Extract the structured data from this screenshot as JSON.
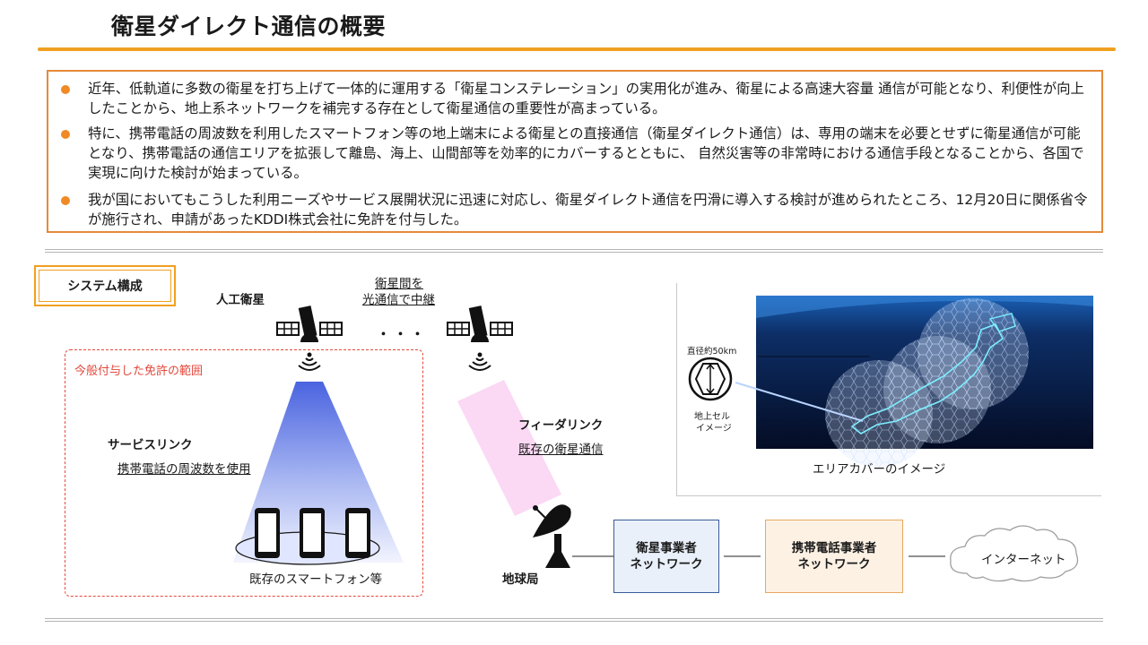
{
  "title": "衛星ダイレクト通信の概要",
  "bullets": [
    "近年、低軌道に多数の衛星を打ち上げて一体的に運用する「衛星コンステレーション」の実用化が進み、衛星による高速大容量 通信が可能となり、利便性が向上したことから、地上系ネットワークを補完する存在として衛星通信の重要性が高まっている。",
    "特に、携帯電話の周波数を利用したスマートフォン等の地上端末による衛星との直接通信（衛星ダイレクト通信）は、専用の端末を必要とせずに衛星通信が可能となり、携帯電話の通信エリアを拡張して離島、海上、山間部等を効率的にカバーするとともに、 自然災害等の非常時における通信手段となることから、各国で実現に向けた検討が始まっている。",
    "我が国においてもこうした利用ニーズやサービス展開状況に迅速に対応し、衛星ダイレクト通信を円滑に導入する検討が進められたところ、12月20日に関係省令が施行され、申請があったKDDI株式会社に免許を付与した。"
  ],
  "diagram": {
    "section_label": "システム構成",
    "satellite_label": "人工衛星",
    "inter_satellite_line1": "衛星間を",
    "inter_satellite_line2": "光通信で中継",
    "ellipsis": "・・・",
    "license_scope": "今般付与した免許の範囲",
    "service_link": "サービスリンク",
    "service_link_note": "携帯電話の周波数を使用",
    "feeder_link": "フィーダリンク",
    "feeder_link_note": "既存の衛星通信",
    "smartphones": "既存のスマートフォン等",
    "earth_station": "地球局",
    "satellite_operator_line1": "衛星事業者",
    "satellite_operator_line2": "ネットワーク",
    "mobile_operator_line1": "携帯電話事業者",
    "mobile_operator_line2": "ネットワーク",
    "internet": "インターネット",
    "cell_diameter": "直径約50km",
    "ground_cell_line1": "地上セル",
    "ground_cell_line2": "イメージ",
    "area_cover": "エリアカバーのイメージ"
  },
  "colors": {
    "accent": "#f0a020",
    "bullet": "#f08a24",
    "license_border": "#e4483c",
    "service_beam": "#4a64e0",
    "feeder_beam": "#fbd8f4"
  }
}
